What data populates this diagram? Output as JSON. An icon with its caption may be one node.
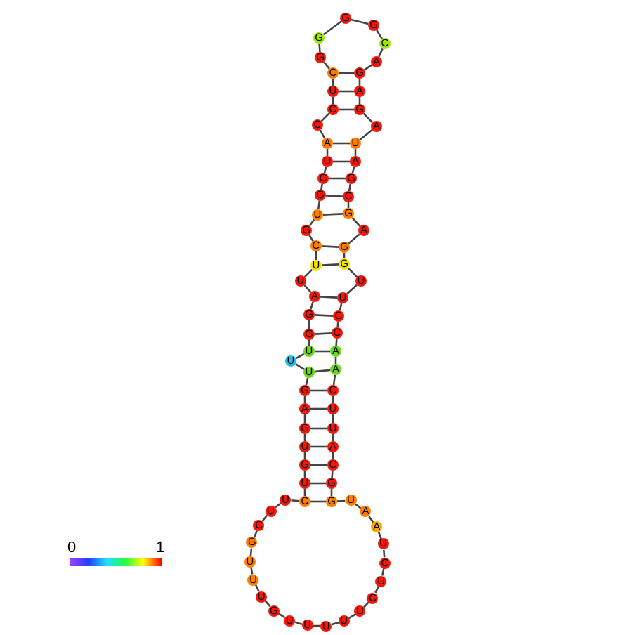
{
  "diagram": {
    "nodes": [
      {
        "text": [
          "C"
        ]
      },
      {
        "text": [
          "U"
        ]
      },
      {
        "text": [
          "G"
        ]
      },
      {
        "text": [
          "U"
        ]
      },
      {
        "text": [
          "G"
        ]
      },
      {
        "text": [
          "A"
        ]
      },
      {
        "text": [
          "G"
        ]
      },
      {
        "text": [
          "U"
        ]
      },
      {
        "text": [
          "U"
        ]
      },
      {
        "text": [
          "U"
        ]
      },
      {
        "text": [
          "G"
        ]
      },
      {
        "text": [
          "G"
        ]
      },
      {
        "text": [
          "A"
        ]
      },
      {
        "text": [
          "U"
        ]
      },
      {
        "text": [
          "U"
        ]
      },
      {
        "text": [
          "C"
        ]
      },
      {
        "text": [
          "G"
        ]
      },
      {
        "text": [
          "U"
        ]
      },
      {
        "text": [
          "G"
        ]
      },
      {
        "text": [
          "C"
        ]
      },
      {
        "text": [
          "U"
        ]
      },
      {
        "text": [
          "A"
        ]
      },
      {
        "text": [
          "C"
        ]
      },
      {
        "text": [
          "C"
        ]
      },
      {
        "text": [
          "U"
        ]
      },
      {
        "text": [
          "C"
        ]
      },
      {
        "text": [
          "G"
        ]
      },
      {
        "text": [
          "G"
        ]
      },
      {
        "text": [
          "G"
        ]
      },
      {
        "text": [
          "G"
        ]
      },
      {
        "text": [
          "C"
        ]
      },
      {
        "text": [
          "A"
        ]
      },
      {
        "text": [
          "G"
        ]
      },
      {
        "text": [
          "A"
        ]
      },
      {
        "text": [
          "G"
        ]
      },
      {
        "text": [
          "A"
        ]
      },
      {
        "text": [
          "U"
        ]
      },
      {
        "text": [
          "A"
        ]
      },
      {
        "text": [
          "G"
        ]
      },
      {
        "text": [
          "C"
        ]
      },
      {
        "text": [
          "G"
        ]
      },
      {
        "text": [
          "A"
        ]
      },
      {
        "text": [
          "G"
        ]
      },
      {
        "text": [
          "G"
        ]
      },
      {
        "text": [
          "U"
        ]
      },
      {
        "text": [
          "U"
        ]
      },
      {
        "text": [
          "C"
        ]
      },
      {
        "text": [
          "C"
        ]
      },
      {
        "text": [
          "A"
        ]
      },
      {
        "text": [
          "A"
        ]
      },
      {
        "text": [
          "C"
        ]
      },
      {
        "text": [
          "U"
        ]
      },
      {
        "text": [
          "U"
        ]
      },
      {
        "text": [
          "A"
        ]
      },
      {
        "text": [
          "C"
        ]
      },
      {
        "text": [
          "G"
        ]
      },
      {
        "text": [
          "G"
        ]
      },
      {
        "text": [
          "U"
        ]
      },
      {
        "text": [
          "A"
        ]
      },
      {
        "text": [
          "A"
        ]
      },
      {
        "text": [
          "U"
        ]
      },
      {
        "text": [
          "C"
        ]
      },
      {
        "text": [
          "U"
        ]
      },
      {
        "text": [
          "C"
        ]
      },
      {
        "text": [
          "U"
        ]
      },
      {
        "text": [
          "U"
        ]
      },
      {
        "text": [
          "U"
        ]
      },
      {
        "text": [
          "U"
        ]
      },
      {
        "text": [
          "U"
        ]
      },
      {
        "text": [
          "G"
        ]
      },
      {
        "text": [
          "U"
        ]
      },
      {
        "text": [
          "U"
        ]
      },
      {
        "text": [
          "U"
        ]
      },
      {
        "text": [
          "G"
        ]
      },
      {
        "text": [
          "C"
        ]
      },
      {
        "text": [
          "U"
        ]
      },
      {
        "text": [
          "U"
        ]
      }
    ],
    "edges": [
      {
        "from": 0,
        "to": 1,
        "arrow": "none"
      },
      {
        "from": 1,
        "to": 2,
        "arrow": "none"
      },
      {
        "from": 2,
        "to": 3,
        "arrow": "none"
      },
      {
        "from": 3,
        "to": 4,
        "arrow": "none"
      },
      {
        "from": 4,
        "to": 5,
        "arrow": "none"
      },
      {
        "from": 5,
        "to": 6,
        "arrow": "none"
      },
      {
        "from": 6,
        "to": 7,
        "arrow": "none"
      },
      {
        "from": 7,
        "to": 8,
        "arrow": "none"
      },
      {
        "from": 8,
        "to": 9,
        "arrow": "none"
      },
      {
        "from": 9,
        "to": 10,
        "arrow": "none"
      },
      {
        "from": 10,
        "to": 11,
        "arrow": "none"
      },
      {
        "from": 11,
        "to": 12,
        "arrow": "none"
      },
      {
        "from": 12,
        "to": 13,
        "arrow": "none"
      },
      {
        "from": 13,
        "to": 14,
        "arrow": "none"
      },
      {
        "from": 14,
        "to": 15,
        "arrow": "none"
      },
      {
        "from": 15,
        "to": 16,
        "arrow": "none"
      },
      {
        "from": 16,
        "to": 17,
        "arrow": "none"
      },
      {
        "from": 17,
        "to": 18,
        "arrow": "none"
      },
      {
        "from": 18,
        "to": 19,
        "arrow": "none"
      },
      {
        "from": 19,
        "to": 20,
        "arrow": "none"
      },
      {
        "from": 20,
        "to": 21,
        "arrow": "none"
      },
      {
        "from": 21,
        "to": 22,
        "arrow": "none"
      },
      {
        "from": 22,
        "to": 23,
        "arrow": "none"
      },
      {
        "from": 23,
        "to": 24,
        "arrow": "none"
      },
      {
        "from": 24,
        "to": 25,
        "arrow": "none"
      },
      {
        "from": 25,
        "to": 26,
        "arrow": "none"
      },
      {
        "from": 26,
        "to": 27,
        "arrow": "none"
      },
      {
        "from": 27,
        "to": 28,
        "arrow": "none"
      },
      {
        "from": 28,
        "to": 29,
        "arrow": "none"
      },
      {
        "from": 29,
        "to": 30,
        "arrow": "none"
      },
      {
        "from": 30,
        "to": 31,
        "arrow": "none"
      },
      {
        "from": 31,
        "to": 32,
        "arrow": "none"
      },
      {
        "from": 32,
        "to": 33,
        "arrow": "none"
      },
      {
        "from": 33,
        "to": 34,
        "arrow": "none"
      },
      {
        "from": 34,
        "to": 35,
        "arrow": "none"
      },
      {
        "from": 35,
        "to": 36,
        "arrow": "none"
      },
      {
        "from": 36,
        "to": 37,
        "arrow": "none"
      },
      {
        "from": 37,
        "to": 38,
        "arrow": "none"
      },
      {
        "from": 38,
        "to": 39,
        "arrow": "none"
      },
      {
        "from": 39,
        "to": 40,
        "arrow": "none"
      },
      {
        "from": 40,
        "to": 41,
        "arrow": "none"
      },
      {
        "from": 41,
        "to": 42,
        "arrow": "none"
      },
      {
        "from": 42,
        "to": 43,
        "arrow": "none"
      },
      {
        "from": 43,
        "to": 44,
        "arrow": "none"
      },
      {
        "from": 44,
        "to": 45,
        "arrow": "none"
      },
      {
        "from": 45,
        "to": 46,
        "arrow": "none"
      },
      {
        "from": 46,
        "to": 47,
        "arrow": "none"
      },
      {
        "from": 47,
        "to": 48,
        "arrow": "none"
      },
      {
        "from": 48,
        "to": 49,
        "arrow": "none"
      },
      {
        "from": 49,
        "to": 50,
        "arrow": "none"
      },
      {
        "from": 50,
        "to": 51,
        "arrow": "none"
      },
      {
        "from": 51,
        "to": 52,
        "arrow": "none"
      },
      {
        "from": 52,
        "to": 53,
        "arrow": "none"
      },
      {
        "from": 53,
        "to": 54,
        "arrow": "none"
      },
      {
        "from": 54,
        "to": 55,
        "arrow": "none"
      },
      {
        "from": 55,
        "to": 56,
        "arrow": "none"
      },
      {
        "from": 56,
        "to": 57,
        "arrow": "none"
      },
      {
        "from": 57,
        "to": 58,
        "arrow": "none"
      },
      {
        "from": 58,
        "to": 59,
        "arrow": "none"
      },
      {
        "from": 59,
        "to": 60,
        "arrow": "none"
      },
      {
        "from": 60,
        "to": 61,
        "arrow": "none"
      },
      {
        "from": 61,
        "to": 62,
        "arrow": "none"
      },
      {
        "from": 62,
        "to": 63,
        "arrow": "none"
      },
      {
        "from": 63,
        "to": 64,
        "arrow": "none"
      },
      {
        "from": 64,
        "to": 65,
        "arrow": "none"
      },
      {
        "from": 65,
        "to": 66,
        "arrow": "none"
      },
      {
        "from": 66,
        "to": 67,
        "arrow": "none"
      },
      {
        "from": 67,
        "to": 68,
        "arrow": "none"
      },
      {
        "from": 68,
        "to": 69,
        "arrow": "none"
      },
      {
        "from": 69,
        "to": 70,
        "arrow": "none"
      },
      {
        "from": 70,
        "to": 71,
        "arrow": "none"
      },
      {
        "from": 71,
        "to": 72,
        "arrow": "none"
      },
      {
        "from": 72,
        "to": 73,
        "arrow": "none"
      },
      {
        "from": 73,
        "to": 74,
        "arrow": "none"
      },
      {
        "from": 74,
        "to": 75,
        "arrow": "none"
      },
      {
        "from": 75,
        "to": 76,
        "arrow": "none"
      },
      {
        "from": 76,
        "to": 0,
        "arrow": "none"
      },
      {
        "from": 0,
        "to": 56,
        "arrow": "none"
      },
      {
        "from": 1,
        "to": 55,
        "arrow": "none"
      },
      {
        "from": 2,
        "to": 54,
        "arrow": "none"
      },
      {
        "from": 3,
        "to": 53,
        "arrow": "none"
      },
      {
        "from": 4,
        "to": 52,
        "arrow": "none"
      },
      {
        "from": 5,
        "to": 51,
        "arrow": "none"
      },
      {
        "from": 6,
        "to": 50,
        "arrow": "none"
      },
      {
        "from": 7,
        "to": 49,
        "arrow": "none"
      },
      {
        "from": 9,
        "to": 48,
        "arrow": "none"
      },
      {
        "from": 10,
        "to": 47,
        "arrow": "none"
      },
      {
        "from": 11,
        "to": 46,
        "arrow": "none"
      },
      {
        "from": 12,
        "to": 45,
        "arrow": "none"
      },
      {
        "from": 14,
        "to": 43,
        "arrow": "none"
      },
      {
        "from": 15,
        "to": 42,
        "arrow": "none"
      },
      {
        "from": 17,
        "to": 40,
        "arrow": "none"
      },
      {
        "from": 18,
        "to": 39,
        "arrow": "none"
      },
      {
        "from": 19,
        "to": 38,
        "arrow": "none"
      },
      {
        "from": 20,
        "to": 37,
        "arrow": "none"
      },
      {
        "from": 21,
        "to": 36,
        "arrow": "none"
      },
      {
        "from": 23,
        "to": 34,
        "arrow": "none"
      },
      {
        "from": 24,
        "to": 33,
        "arrow": "none"
      },
      {
        "from": 25,
        "to": 32,
        "arrow": "none"
      }
    ],
    "labels": [
      "0",
      "1"
    ]
  }
}
